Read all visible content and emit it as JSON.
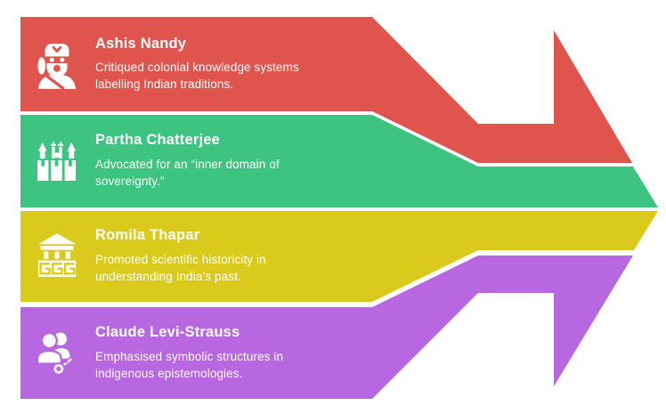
{
  "diagram": {
    "type": "converging-arrow-infographic",
    "direction": "right",
    "background": "#ffffff",
    "text_color": "#ffffff"
  },
  "sections": [
    {
      "name": "Ashis Nandy",
      "description": "Critiqued colonial knowledge systems\nlabelling Indian traditions.",
      "color": "#DF554D",
      "icon": "guru-icon"
    },
    {
      "name": "Partha Chatterjee",
      "description": "Advocated for an “inner domain of\nsovereignty.”",
      "color": "#3EC481",
      "icon": "fort-icon"
    },
    {
      "name": "Romila Thapar",
      "description": "Promoted scientific historicity in\nunderstanding India’s past.",
      "color": "#D9CA1B",
      "icon": "temple-icon"
    },
    {
      "name": "Claude Levi-Strauss",
      "description": "Emphasised symbolic structures in\nindigenous epistemologies.",
      "color": "#B767DF",
      "icon": "people-key-icon"
    }
  ]
}
